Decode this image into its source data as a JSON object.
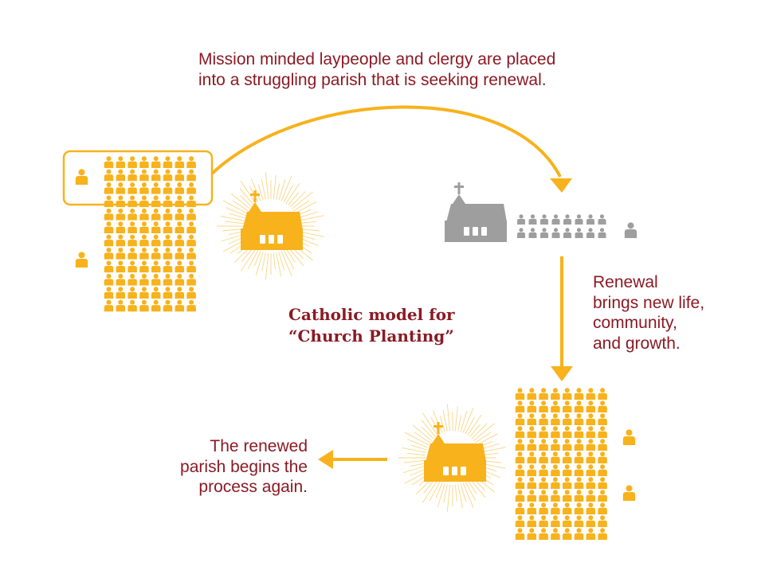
{
  "colors": {
    "accent": "#f7b21c",
    "text": "#8a1a24",
    "gray": "#9e9e9e"
  },
  "text": {
    "intro_line1": "Mission minded laypeople and clergy are placed",
    "intro_line2": "into a struggling parish that is seeking renewal.",
    "renewal_line1": "Renewal",
    "renewal_line2": "brings new life,",
    "renewal_line3": "community,",
    "renewal_line4": "and growth.",
    "title_line1": "Catholic model for",
    "title_line2": "“Church Planting”",
    "again_line1": "The renewed",
    "again_line2": "parish begins the",
    "again_line3": "process again."
  },
  "icons": {
    "person": "person-icon",
    "church": "church-icon",
    "arrow": "arrow-icon"
  }
}
